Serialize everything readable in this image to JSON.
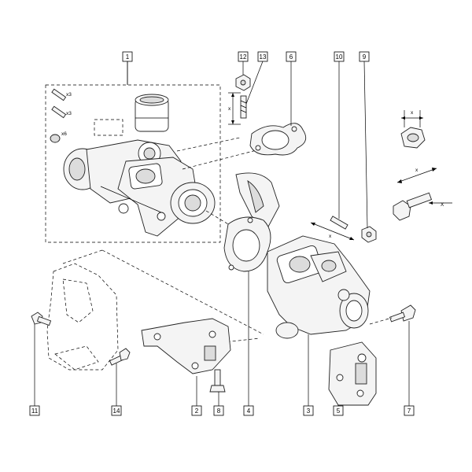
{
  "callouts": [
    {
      "id": "c1",
      "label": "1"
    },
    {
      "id": "c12",
      "label": "12"
    },
    {
      "id": "c13",
      "label": "13"
    },
    {
      "id": "c6",
      "label": "6"
    },
    {
      "id": "c10",
      "label": "10"
    },
    {
      "id": "c9",
      "label": "9"
    },
    {
      "id": "c11",
      "label": "11"
    },
    {
      "id": "c14",
      "label": "14"
    },
    {
      "id": "c2",
      "label": "2"
    },
    {
      "id": "c8",
      "label": "8"
    },
    {
      "id": "c4",
      "label": "4"
    },
    {
      "id": "c3",
      "label": "3"
    },
    {
      "id": "c5",
      "label": "5"
    },
    {
      "id": "c7",
      "label": "7"
    }
  ],
  "notes": {
    "qty_stud_a": "x3",
    "qty_stud_b": "x3",
    "qty_nut": "x6",
    "dim_x": "x",
    "dim_x2": "x",
    "dim_x3": "x",
    "dim_x4": "x",
    "dim_X": "X"
  }
}
